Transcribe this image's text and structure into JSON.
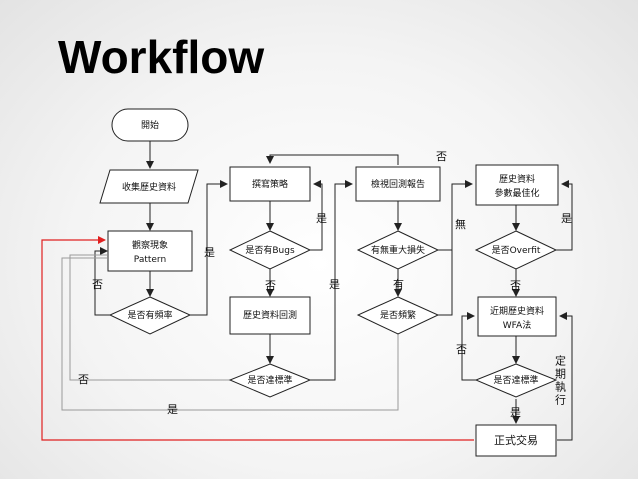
{
  "title": "Workflow",
  "colors": {
    "line": "#222222",
    "feedback": "#e02020",
    "loop": "#9a9a9a"
  },
  "nodes": {
    "start": "開始",
    "collect": "收集歷史資料",
    "observe_1": "觀察現象",
    "observe_2": "Pattern",
    "freq": "是否有頻率",
    "write": "撰寫策略",
    "bugs": "是否有Bugs",
    "backtest": "歷史資料回測",
    "meets_1": "是否達標準",
    "review": "檢視回測報告",
    "loss": "有無重大損失",
    "frequent": "是否頻繁",
    "optimize_1": "歷史資料",
    "optimize_2": "參數最佳化",
    "overfit": "是否Overfit",
    "wfa_1": "近期歷史資料",
    "wfa_2": "WFA法",
    "meets_2": "是否達標準",
    "trade": "正式交易"
  },
  "edge_labels": {
    "yes_freq": "是",
    "no_freq": "否",
    "yes_bugs": "是",
    "no_bugs": "否",
    "no_meets1": "否",
    "yes_meets1": "是",
    "yes_loss": "有",
    "no_loss": "無",
    "no_top": "否",
    "yes_overfit": "是",
    "no_overfit": "否",
    "no_meets2": "否",
    "yes_meets2": "是",
    "periodic": "定期執行",
    "yes_frequent": "是"
  }
}
